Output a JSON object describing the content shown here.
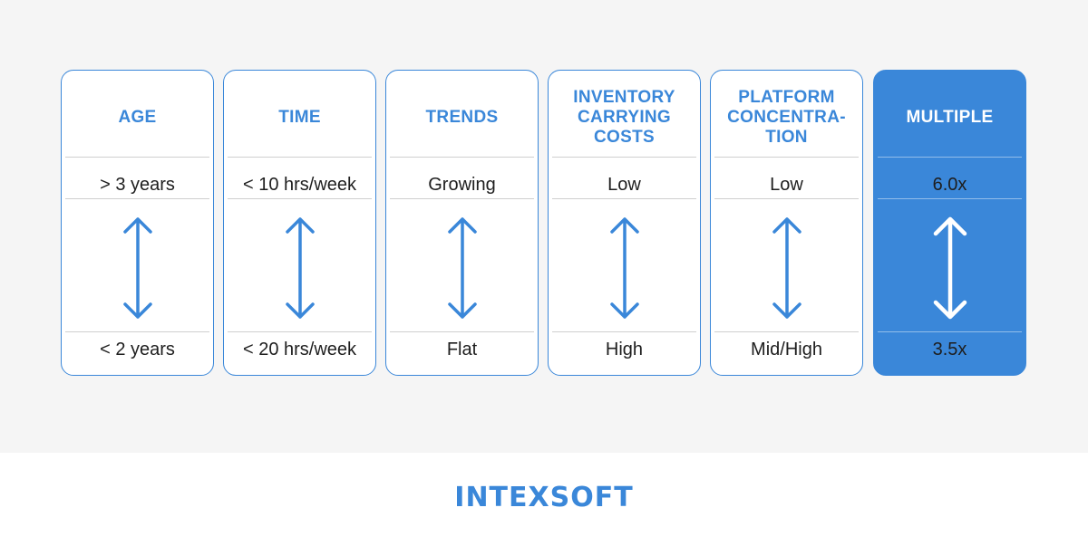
{
  "columns": [
    {
      "title": "AGE",
      "top_value": "> 3 years",
      "bottom_value": "< 2 years"
    },
    {
      "title": "TIME",
      "top_value": "< 10 hrs/week",
      "bottom_value": "< 20 hrs/week"
    },
    {
      "title": "TRENDS",
      "top_value": "Growing",
      "bottom_value": "Flat"
    },
    {
      "title": "INVENTORY CARRYING COSTS",
      "top_value": "Low",
      "bottom_value": "High"
    },
    {
      "title": "PLATFORM CONCENTRA-TION",
      "top_value": "Low",
      "bottom_value": "Mid/High"
    },
    {
      "title": "MULTIPLE",
      "top_value": "6.0x",
      "bottom_value": "3.5x"
    }
  ],
  "logo": "INTEXSOFT",
  "colors": {
    "accent": "#3a87d9",
    "background": "#f5f5f5",
    "text": "#1e1e1e"
  },
  "icons": [
    "double-arrow-vertical-icon"
  ]
}
